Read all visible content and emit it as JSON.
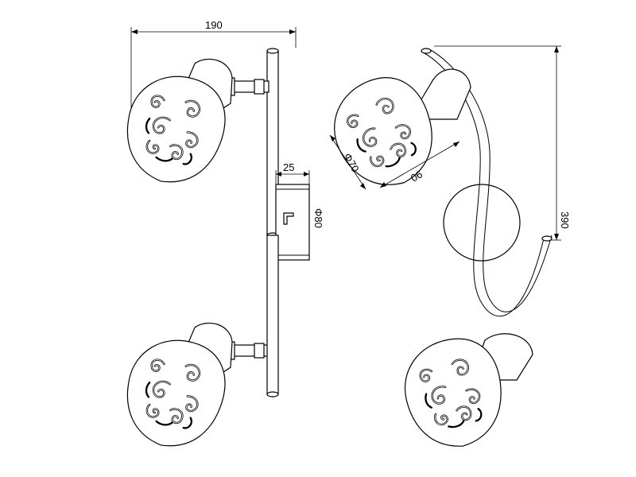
{
  "dimensions": {
    "width_total": "190",
    "arm_depth": "25",
    "base_diameter": "Φ80",
    "shade_diameter": "Φ70",
    "shade_length": "90",
    "height_total": "390"
  },
  "colors": {
    "line": "#000000",
    "background": "#ffffff"
  }
}
